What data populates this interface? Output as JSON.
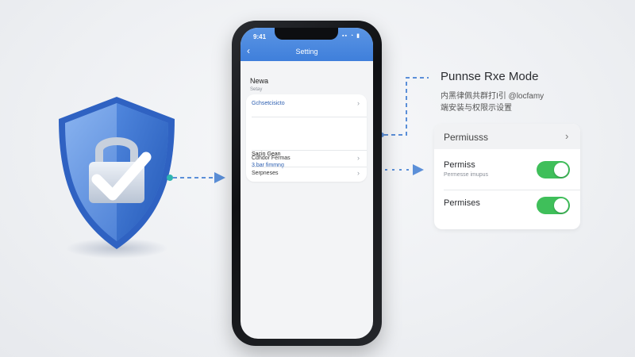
{
  "phone": {
    "status_time": "9:41",
    "status_icons": "▪▪ ◔ ▮",
    "back_glyph": "‹",
    "title": "Setting",
    "profile": {
      "name": "Newa",
      "subtitle": "Setay"
    },
    "rows": [
      {
        "label": "Gchsetcisicto",
        "chevron": "›"
      },
      {
        "label": "Sacin Gean",
        "sublabel": "3.bar fimmng"
      },
      {
        "label": "Cdhdor Fermas",
        "chevron": "›"
      },
      {
        "label": "Serpneses",
        "chevron": "›"
      }
    ]
  },
  "right_panel": {
    "title": "Punnse Rxe Mode",
    "subtitle_line1": "内黑律佩共群打I引 @locfamy",
    "subtitle_line2": "端安装与权限示设置",
    "header_label": "Permiusss",
    "header_chevron": "›",
    "items": [
      {
        "label": "Permiss",
        "sublabel": "Permesse imupus",
        "enabled": true
      },
      {
        "label": "Permises",
        "sublabel": "",
        "enabled": true
      }
    ]
  },
  "colors": {
    "accent_blue": "#3f7fdb",
    "toggle_on": "#3fbf5a",
    "connector": "#5b8fd8"
  }
}
